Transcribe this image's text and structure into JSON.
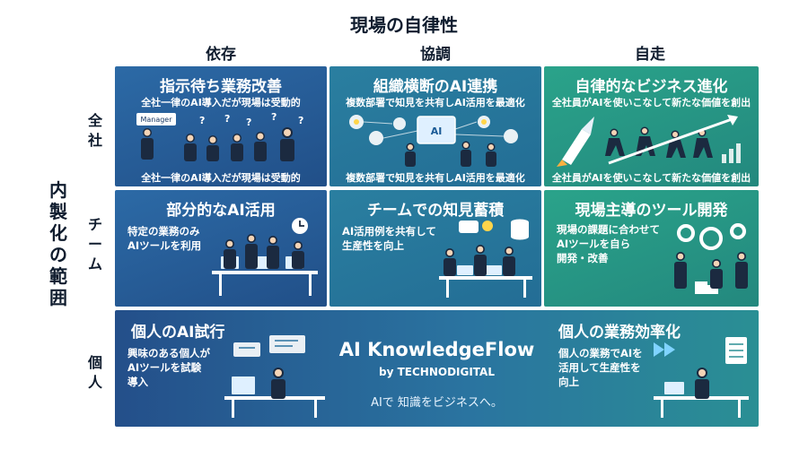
{
  "header": {
    "x_axis_title": "現場の自律性",
    "columns": [
      "依存",
      "協調",
      "自走"
    ]
  },
  "y_axis_title": "内製化の範囲",
  "rows": [
    "全社",
    "チーム",
    "個人"
  ],
  "cells": {
    "company_dependent": {
      "title": "指示待ち業務改善",
      "subtitle": "全社一律のAI導入だが現場は受動的",
      "footer": "全社一律のAI導入だが現場は受動的",
      "badge": "Manager"
    },
    "company_collaborative": {
      "title": "組織横断のAI連携",
      "subtitle": "複数部署で知見を共有しAI活用を最適化",
      "footer": "複数部署で知見を共有しAI活用を最適化",
      "screen_label": "AI"
    },
    "company_autonomous": {
      "title": "自律的なビジネス進化",
      "subtitle": "全社員がAIを使いこなして新たな価値を創出",
      "footer": "全社員がAIを使いこなして新たな価値を創出"
    },
    "team_dependent": {
      "title": "部分的なAI活用",
      "desc": [
        "特定の業務のみ",
        "AIツールを利用"
      ]
    },
    "team_collaborative": {
      "title": "チームでの知見蓄積",
      "desc": [
        "AI活用例を共有して",
        "生産性を向上"
      ]
    },
    "team_autonomous": {
      "title": "現場主導のツール開発",
      "desc": [
        "現場の課題に合わせて",
        "AIツールを自ら",
        "開発・改善"
      ]
    },
    "individual_dependent": {
      "title": "個人のAI試行",
      "desc": [
        "興味のある個人が",
        "AIツールを試験",
        "導入"
      ]
    },
    "individual_autonomous": {
      "title": "個人の業務効率化",
      "desc": [
        "個人の業務でAIを",
        "活用して生産性を",
        "向上"
      ]
    }
  },
  "brand": {
    "name": "AI KnowledgeFlow",
    "by": "by TECHNODIGITAL",
    "tagline": "AIで 知識をビジネスへ。"
  },
  "colors": {
    "blue": "#2c6aa6",
    "teal": "#2a7fa0",
    "green": "#2aa38a"
  }
}
